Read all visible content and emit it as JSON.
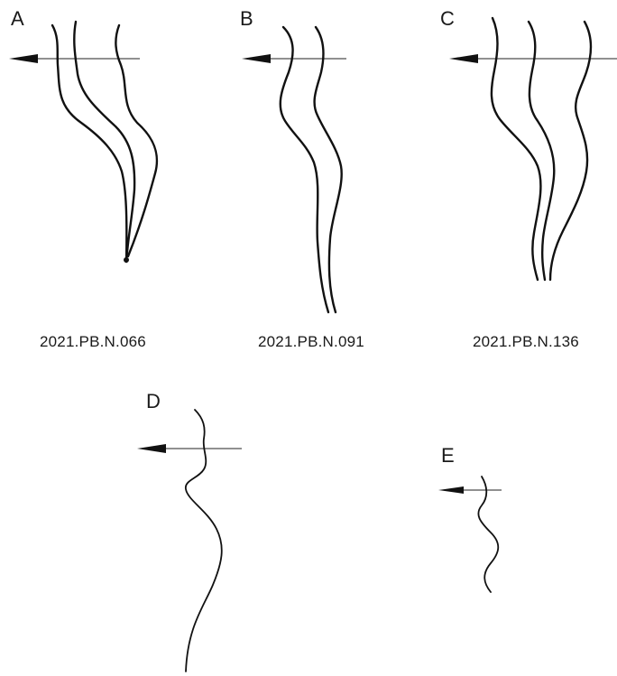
{
  "panels": [
    {
      "letter": "A",
      "specimen": "2021.PB.N.066"
    },
    {
      "letter": "B",
      "specimen": "2021.PB.N.091"
    },
    {
      "letter": "C",
      "specimen": "2021.PB.N.136"
    },
    {
      "letter": "D",
      "specimen": ""
    },
    {
      "letter": "E",
      "specimen": ""
    }
  ]
}
